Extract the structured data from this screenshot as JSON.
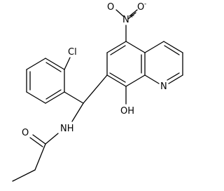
{
  "atoms": {
    "nitrogen_nitro": "N",
    "nitro_plus": "+",
    "oxygen_left": "O",
    "oxygen_right": "O",
    "nitro_minus": "-",
    "chlorine": "Cl",
    "nitrogen_ring": "N",
    "hydroxyl": "OH",
    "amide_oxygen": "O",
    "amide_nh": "NH"
  }
}
